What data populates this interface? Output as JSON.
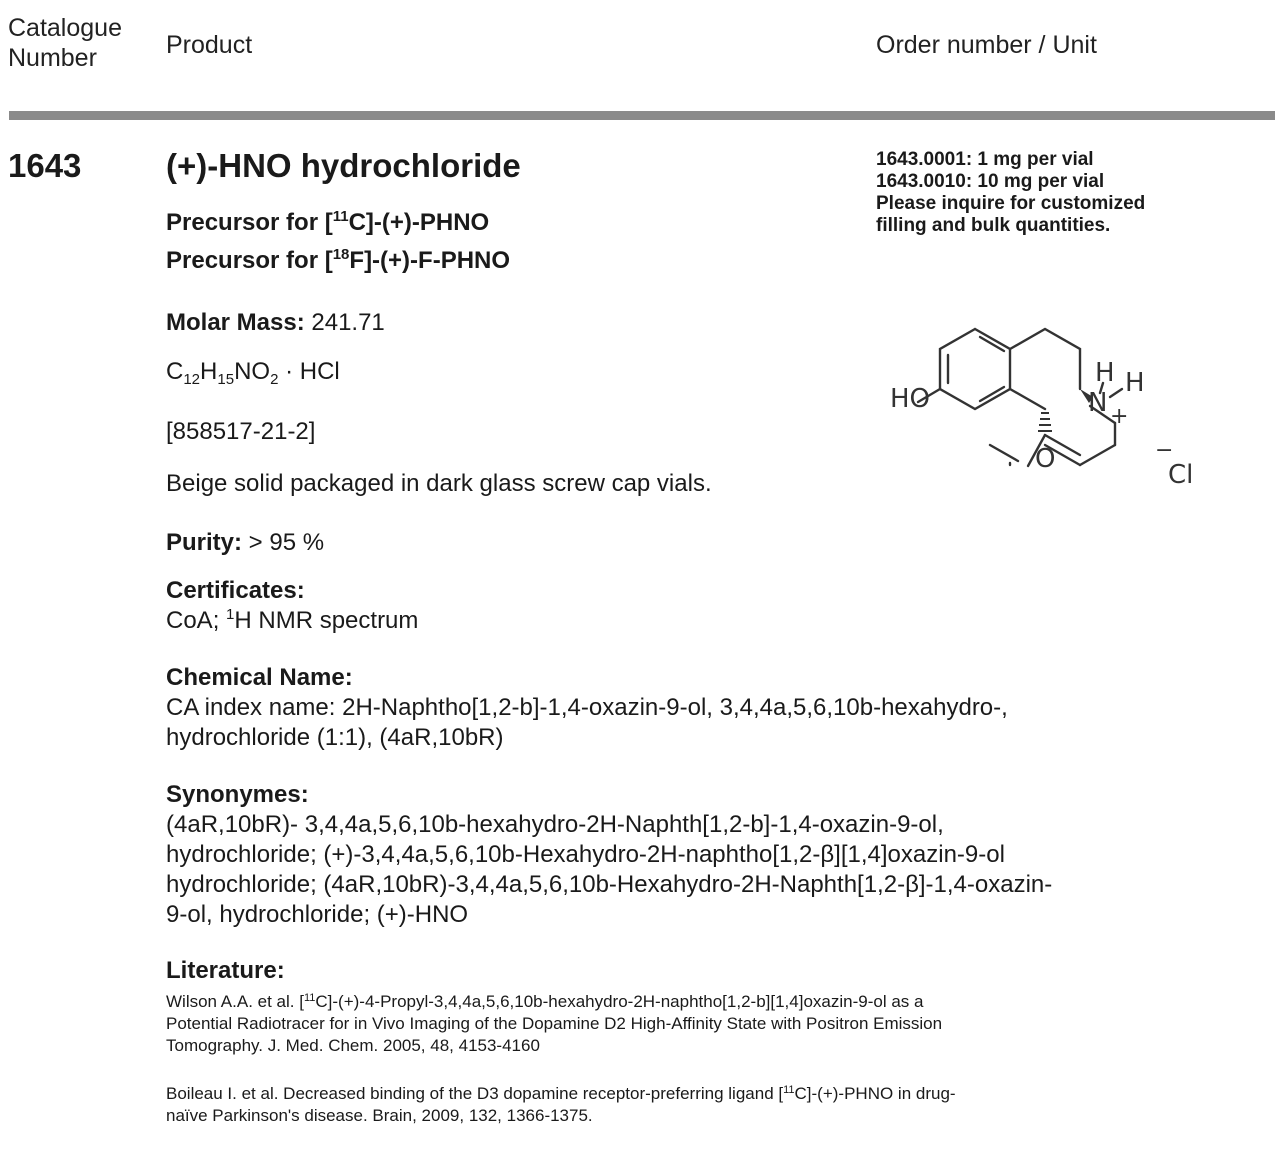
{
  "header": {
    "catalogue_number_label_1": "Catalogue",
    "catalogue_number_label_2": "Number",
    "product_label": "Product",
    "order_label": "Order number / Unit"
  },
  "product": {
    "catalogue_number": "1643",
    "name": "(+)-HNO hydrochloride",
    "precursor_1_pre": "Precursor for [",
    "precursor_1_sup": "11",
    "precursor_1_post": "C]-(+)-PHNO",
    "precursor_2_pre": "Precursor for [",
    "precursor_2_sup": "18",
    "precursor_2_post": "F]-(+)-F-PHNO",
    "molar_mass_label": "Molar Mass:",
    "molar_mass_value": " 241.71",
    "formula": {
      "c": "C",
      "c_sub": "12",
      "h": "H",
      "h_sub": "15",
      "no": "NO",
      "o_sub": "2",
      "rest": " · HCl"
    },
    "cas": "[858517-21-2]",
    "description": "Beige solid packaged in dark glass screw cap vials.",
    "purity_label": "Purity:",
    "purity_value": " > 95 %",
    "certificates_label": "Certificates:",
    "certificates_pre": "CoA; ",
    "certificates_sup": "1",
    "certificates_post": "H NMR spectrum",
    "chemical_name_label": "Chemical Name:",
    "chemical_name_1": "CA index name: 2H-Naphtho[1,2-b]-1,4-oxazin-9-ol, 3,4,4a,5,6,10b-hexahydro-,",
    "chemical_name_2": "hydrochloride (1:1), (4aR,10bR)",
    "synonymes_label": "Synonymes:",
    "synonymes_1": "(4aR,10bR)- 3,4,4a,5,6,10b-hexahydro-2H-Naphth[1,2-b]-1,4-oxazin-9-ol,",
    "synonymes_2": "hydrochloride; (+)-3,4,4a,5,6,10b-Hexahydro-2H-naphtho[1,2-β][1,4]oxazin-9-ol",
    "synonymes_3": "hydrochloride; (4aR,10bR)-3,4,4a,5,6,10b-Hexahydro-2H-Naphth[1,2-β]-1,4-oxazin-",
    "synonymes_4": "9-ol, hydrochloride; (+)-HNO",
    "literature_label": "Literature:",
    "lit_1_pre": "Wilson A.A. et al. [",
    "lit_1_sup": "11",
    "lit_1_line1": "C]-(+)-4-Propyl-3,4,4a,5,6,10b-hexahydro-2H-naphtho[1,2-b][1,4]oxazin-9-ol as a",
    "lit_1_line2": "Potential Radiotracer for in Vivo Imaging of the Dopamine D2 High-Affinity State with Positron Emission",
    "lit_1_line3": "Tomography. J. Med. Chem. 2005, 48, 4153-4160",
    "lit_2_pre": "Boileau I. et al. Decreased binding of the D3 dopamine receptor-preferring ligand [",
    "lit_2_sup": "11",
    "lit_2_line1": "C]-(+)-PHNO in drug-",
    "lit_2_line2": "naïve Parkinson's disease. Brain, 2009, 132, 1366-1375."
  },
  "order": {
    "line_1": "1643.0001: 1 mg per vial",
    "line_2": "1643.0010: 10 mg per vial",
    "line_3": "Please inquire for customized",
    "line_4": "filling and bulk quantities."
  },
  "structure": {
    "ho": "HO",
    "o": "O",
    "n": "N",
    "plus": "+",
    "h_top": "H",
    "h_right": "H",
    "cl_minus": "−",
    "cl": "Cl"
  }
}
